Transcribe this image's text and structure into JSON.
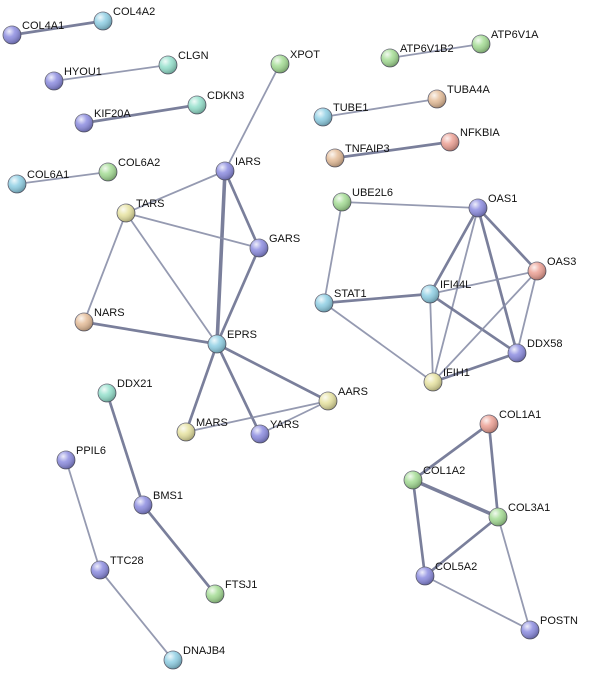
{
  "palette": {
    "edge": "#8a8fa8",
    "edge_strong": "#6c7190",
    "purple": "#8c8ce0",
    "blue": "#8fcfe4",
    "green": "#a4dc94",
    "teal": "#94e0cc",
    "yellow": "#e6e2a0",
    "tan": "#e4bc98",
    "salmon": "#eca094"
  },
  "nodes": [
    {
      "id": "COL4A1",
      "label": "COL4A1",
      "color": "purple"
    },
    {
      "id": "COL4A2",
      "label": "COL4A2",
      "color": "blue"
    },
    {
      "id": "HYOU1",
      "label": "HYOU1",
      "color": "purple"
    },
    {
      "id": "CLGN",
      "label": "CLGN",
      "color": "teal"
    },
    {
      "id": "KIF20A",
      "label": "KIF20A",
      "color": "purple"
    },
    {
      "id": "CDKN3",
      "label": "CDKN3",
      "color": "teal"
    },
    {
      "id": "COL6A1",
      "label": "COL6A1",
      "color": "blue"
    },
    {
      "id": "COL6A2",
      "label": "COL6A2",
      "color": "green"
    },
    {
      "id": "XPOT",
      "label": "XPOT",
      "color": "green"
    },
    {
      "id": "IARS",
      "label": "IARS",
      "color": "purple"
    },
    {
      "id": "TARS",
      "label": "TARS",
      "color": "yellow"
    },
    {
      "id": "GARS",
      "label": "GARS",
      "color": "purple"
    },
    {
      "id": "NARS",
      "label": "NARS",
      "color": "tan"
    },
    {
      "id": "EPRS",
      "label": "EPRS",
      "color": "blue"
    },
    {
      "id": "AARS",
      "label": "AARS",
      "color": "yellow"
    },
    {
      "id": "MARS",
      "label": "MARS",
      "color": "yellow"
    },
    {
      "id": "YARS",
      "label": "YARS",
      "color": "purple"
    },
    {
      "id": "ATP6V1B2",
      "label": "ATP6V1B2",
      "color": "green"
    },
    {
      "id": "ATP6V1A",
      "label": "ATP6V1A",
      "color": "green"
    },
    {
      "id": "TUBE1",
      "label": "TUBE1",
      "color": "blue"
    },
    {
      "id": "TUBA4A",
      "label": "TUBA4A",
      "color": "tan"
    },
    {
      "id": "TNFAIP3",
      "label": "TNFAIP3",
      "color": "tan"
    },
    {
      "id": "NFKBIA",
      "label": "NFKBIA",
      "color": "salmon"
    },
    {
      "id": "UBE2L6",
      "label": "UBE2L6",
      "color": "green"
    },
    {
      "id": "OAS1",
      "label": "OAS1",
      "color": "purple"
    },
    {
      "id": "OAS3",
      "label": "OAS3",
      "color": "salmon"
    },
    {
      "id": "STAT1",
      "label": "STAT1",
      "color": "blue"
    },
    {
      "id": "IFI44L",
      "label": "IFI44L",
      "color": "blue"
    },
    {
      "id": "DDX58",
      "label": "DDX58",
      "color": "purple"
    },
    {
      "id": "IFIH1",
      "label": "IFIH1",
      "color": "yellow"
    },
    {
      "id": "DDX21",
      "label": "DDX21",
      "color": "teal"
    },
    {
      "id": "PPIL6",
      "label": "PPIL6",
      "color": "purple"
    },
    {
      "id": "BMS1",
      "label": "BMS1",
      "color": "purple"
    },
    {
      "id": "TTC28",
      "label": "TTC28",
      "color": "purple"
    },
    {
      "id": "FTSJ1",
      "label": "FTSJ1",
      "color": "green"
    },
    {
      "id": "DNAJB4",
      "label": "DNAJB4",
      "color": "blue"
    },
    {
      "id": "COL1A1",
      "label": "COL1A1",
      "color": "salmon"
    },
    {
      "id": "COL1A2",
      "label": "COL1A2",
      "color": "green"
    },
    {
      "id": "COL3A1",
      "label": "COL3A1",
      "color": "green"
    },
    {
      "id": "COL5A2",
      "label": "COL5A2",
      "color": "purple"
    },
    {
      "id": "POSTN",
      "label": "POSTN",
      "color": "purple"
    }
  ],
  "edges": [
    {
      "source": "COL4A1",
      "target": "COL4A2",
      "weight": 3
    },
    {
      "source": "HYOU1",
      "target": "CLGN",
      "weight": 2
    },
    {
      "source": "KIF20A",
      "target": "CDKN3",
      "weight": 3
    },
    {
      "source": "COL6A1",
      "target": "COL6A2",
      "weight": 2
    },
    {
      "source": "XPOT",
      "target": "IARS",
      "weight": 2
    },
    {
      "source": "IARS",
      "target": "TARS",
      "weight": 2
    },
    {
      "source": "IARS",
      "target": "GARS",
      "weight": 3
    },
    {
      "source": "IARS",
      "target": "EPRS",
      "weight": 4
    },
    {
      "source": "TARS",
      "target": "GARS",
      "weight": 2
    },
    {
      "source": "TARS",
      "target": "NARS",
      "weight": 2
    },
    {
      "source": "TARS",
      "target": "EPRS",
      "weight": 2
    },
    {
      "source": "GARS",
      "target": "EPRS",
      "weight": 3
    },
    {
      "source": "NARS",
      "target": "EPRS",
      "weight": 3
    },
    {
      "source": "EPRS",
      "target": "AARS",
      "weight": 3
    },
    {
      "source": "EPRS",
      "target": "MARS",
      "weight": 3
    },
    {
      "source": "EPRS",
      "target": "YARS",
      "weight": 3
    },
    {
      "source": "MARS",
      "target": "AARS",
      "weight": 2
    },
    {
      "source": "YARS",
      "target": "AARS",
      "weight": 2
    },
    {
      "source": "ATP6V1B2",
      "target": "ATP6V1A",
      "weight": 2
    },
    {
      "source": "TUBE1",
      "target": "TUBA4A",
      "weight": 2
    },
    {
      "source": "TNFAIP3",
      "target": "NFKBIA",
      "weight": 3
    },
    {
      "source": "UBE2L6",
      "target": "OAS1",
      "weight": 2
    },
    {
      "source": "UBE2L6",
      "target": "STAT1",
      "weight": 2
    },
    {
      "source": "OAS1",
      "target": "IFI44L",
      "weight": 3
    },
    {
      "source": "OAS1",
      "target": "OAS3",
      "weight": 3
    },
    {
      "source": "OAS1",
      "target": "DDX58",
      "weight": 3
    },
    {
      "source": "OAS1",
      "target": "IFIH1",
      "weight": 2
    },
    {
      "source": "STAT1",
      "target": "IFI44L",
      "weight": 3
    },
    {
      "source": "STAT1",
      "target": "IFIH1",
      "weight": 2
    },
    {
      "source": "IFI44L",
      "target": "OAS3",
      "weight": 2
    },
    {
      "source": "IFI44L",
      "target": "DDX58",
      "weight": 3
    },
    {
      "source": "IFI44L",
      "target": "IFIH1",
      "weight": 2
    },
    {
      "source": "OAS3",
      "target": "DDX58",
      "weight": 2
    },
    {
      "source": "OAS3",
      "target": "IFIH1",
      "weight": 2
    },
    {
      "source": "DDX58",
      "target": "IFIH1",
      "weight": 3
    },
    {
      "source": "DDX21",
      "target": "BMS1",
      "weight": 3
    },
    {
      "source": "BMS1",
      "target": "FTSJ1",
      "weight": 3
    },
    {
      "source": "PPIL6",
      "target": "TTC28",
      "weight": 2
    },
    {
      "source": "TTC28",
      "target": "DNAJB4",
      "weight": 2
    },
    {
      "source": "COL1A1",
      "target": "COL1A2",
      "weight": 3
    },
    {
      "source": "COL1A1",
      "target": "COL3A1",
      "weight": 3
    },
    {
      "source": "COL1A2",
      "target": "COL3A1",
      "weight": 4
    },
    {
      "source": "COL1A2",
      "target": "COL5A2",
      "weight": 3
    },
    {
      "source": "COL3A1",
      "target": "COL5A2",
      "weight": 3
    },
    {
      "source": "COL3A1",
      "target": "POSTN",
      "weight": 2
    },
    {
      "source": "COL5A2",
      "target": "POSTN",
      "weight": 2
    }
  ]
}
